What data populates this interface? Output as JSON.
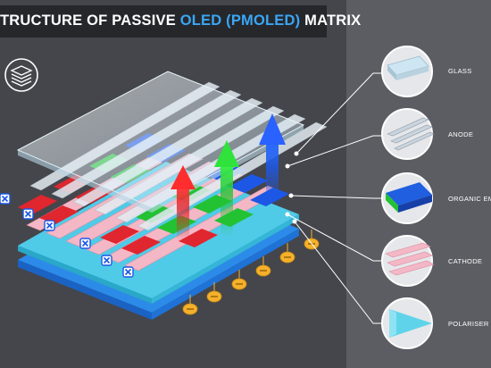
{
  "title": {
    "prefix": "TRUCTURE OF PASSIVE",
    "highlight": "OLED (PMOLED)",
    "suffix": "MATRIX"
  },
  "icon": "layers-stack-icon",
  "layers": [
    {
      "label": "GLASS",
      "color": "#cde6f2"
    },
    {
      "label": "ANODE",
      "color": "#c9d4de"
    },
    {
      "label": "ORGANIC EMITT",
      "color": "#1f5fe0"
    },
    {
      "label": "CATHODE",
      "color": "#f4b7c6"
    },
    {
      "label": "POLARISER",
      "color": "#5fd3ea"
    }
  ],
  "colors": {
    "red": "#e0262e",
    "green": "#22c233",
    "blue": "#1d57e6",
    "title_accent": "#3aa6f5",
    "background": "#44464c",
    "panel": "#5b5d63"
  }
}
